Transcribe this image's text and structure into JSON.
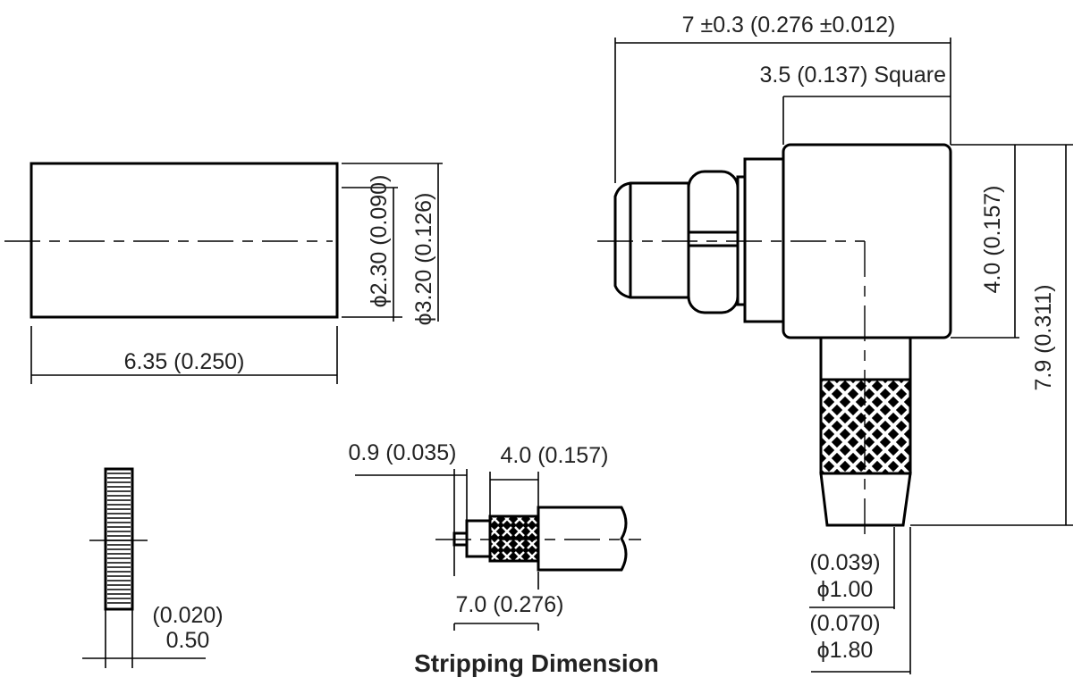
{
  "title": "Stripping Dimension",
  "colors": {
    "line": "#000000",
    "text": "#222222",
    "background": "#ffffff"
  },
  "ferrule": {
    "length": "6.35 (0.250)",
    "inner_diameter": "ϕ2.30 (0.090)",
    "outer_diameter": "ϕ3.20 (0.126)"
  },
  "washer": {
    "thickness_in": "(0.020)",
    "thickness_mm": "0.50"
  },
  "stripping": {
    "pin_length": "0.9 (0.035)",
    "braid_length": "4.0 (0.157)",
    "total_length": "7.0 (0.276)"
  },
  "connector": {
    "overall_length": "7 ±0.3 (0.276 ±0.012)",
    "square_size": "3.5 (0.137) Square",
    "body_height": "4.0 (0.157)",
    "overall_height": "7.9 (0.311)",
    "cable_inner_in": "(0.039)",
    "cable_inner_mm": "ϕ1.00",
    "cable_outer_in": "(0.070)",
    "cable_outer_mm": "ϕ1.80"
  }
}
